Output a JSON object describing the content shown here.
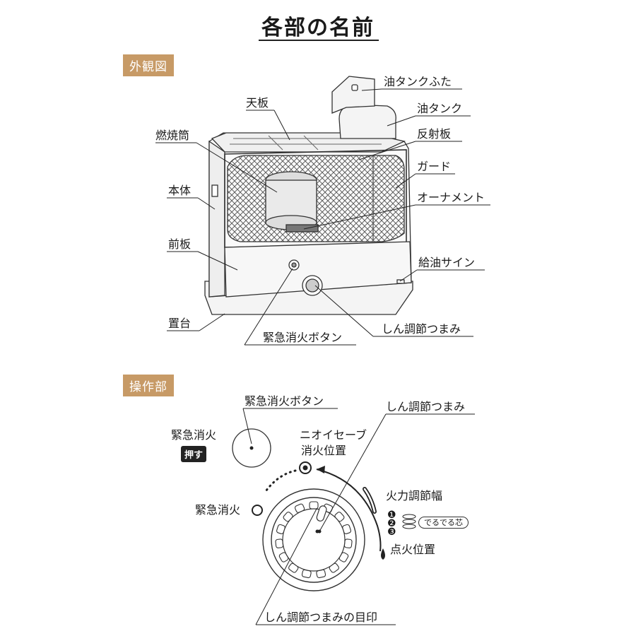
{
  "page": {
    "title": "各部の名前"
  },
  "exterior": {
    "section_label": "外観図",
    "labels": {
      "oil_tank_lid": "油タンクふた",
      "oil_tank": "油タンク",
      "reflector": "反射板",
      "guard": "ガード",
      "ornament": "オーナメント",
      "top_plate": "天板",
      "combustion_tube": "燃焼筒",
      "body": "本体",
      "front_panel": "前板",
      "refuel_sign": "給油サイン",
      "base": "置台",
      "emergency_button": "緊急消火ボタン",
      "wick_knob": "しん調節つまみ"
    }
  },
  "controls": {
    "section_label": "操作部",
    "labels": {
      "emergency_button": "緊急消火ボタン",
      "emergency_caption": "緊急消火",
      "push_badge": "押す",
      "wick_knob": "しん調節つまみ",
      "odor_save_line1": "ニオイセーブ",
      "odor_save_line2": "消火位置",
      "flame_range": "火力調節幅",
      "extinguish": "緊急消火",
      "derude": "でるでる芯",
      "ignition": "点火位置",
      "knob_mark": "しん調節つまみの目印"
    },
    "steps": [
      "❶",
      "❷",
      "❸"
    ],
    "flame_glyph": "🔥"
  }
}
